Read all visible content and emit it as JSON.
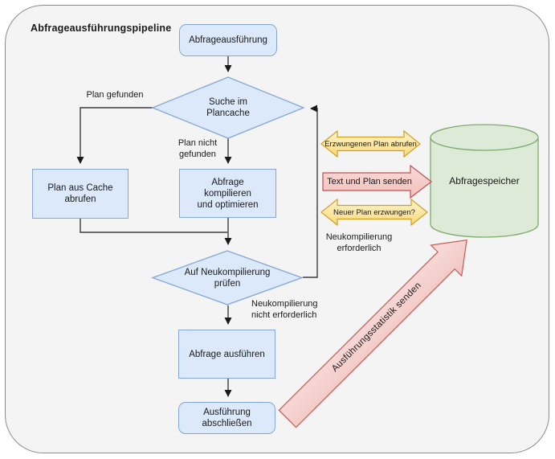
{
  "frame": {
    "title": "Abfrageausführungspipeline"
  },
  "nodes": {
    "start": {
      "label": "Abfrageausführung"
    },
    "search": {
      "label": "Suche im\nPlancache"
    },
    "fromCache": {
      "label": "Plan aus Cache\nabrufen"
    },
    "compile": {
      "label": "Abfrage\nkompilieren\nund optimieren"
    },
    "recompileCheck": {
      "label": "Auf Neukompilierung\nprüfen"
    },
    "execute": {
      "label": "Abfrage ausführen"
    },
    "finish": {
      "label": "Ausführung\nabschließen"
    },
    "store": {
      "label": "Abfragespeicher"
    }
  },
  "edges": {
    "planFound": {
      "label": "Plan gefunden"
    },
    "planNotFound": {
      "label": "Plan nicht\ngefunden"
    },
    "recompileRequired": {
      "label": "Neukompilierung\nerforderlich"
    },
    "recompileNotRequired": {
      "label": "Neukompilierung\nnicht erforderlich"
    }
  },
  "storeArrows": {
    "fetchForcedPlan": {
      "label": "Erzwungenen Plan abrufen",
      "direction": "both",
      "color": "#fbdc7e"
    },
    "sendTextAndPlan": {
      "label": "Text und Plan senden",
      "direction": "right",
      "color": "#f6cfcc"
    },
    "newPlanForced": {
      "label": "Neuer Plan erzwungen?",
      "direction": "both",
      "color": "#fbdc7e"
    }
  },
  "diagonalArrow": {
    "label": "Ausführungsstatistik senden",
    "color": "#f5cbc8"
  },
  "colors": {
    "node_fill": "#dbe9fb",
    "node_border": "#84a7d8",
    "store_fill": "#dcead7",
    "store_border": "#7cab6a",
    "yellow_border": "#cf9f21",
    "red_border": "#c0504d",
    "frame_fill": "#f4f4f4",
    "frame_border": "#8c8c8c",
    "connector": "#3d3d3d"
  }
}
